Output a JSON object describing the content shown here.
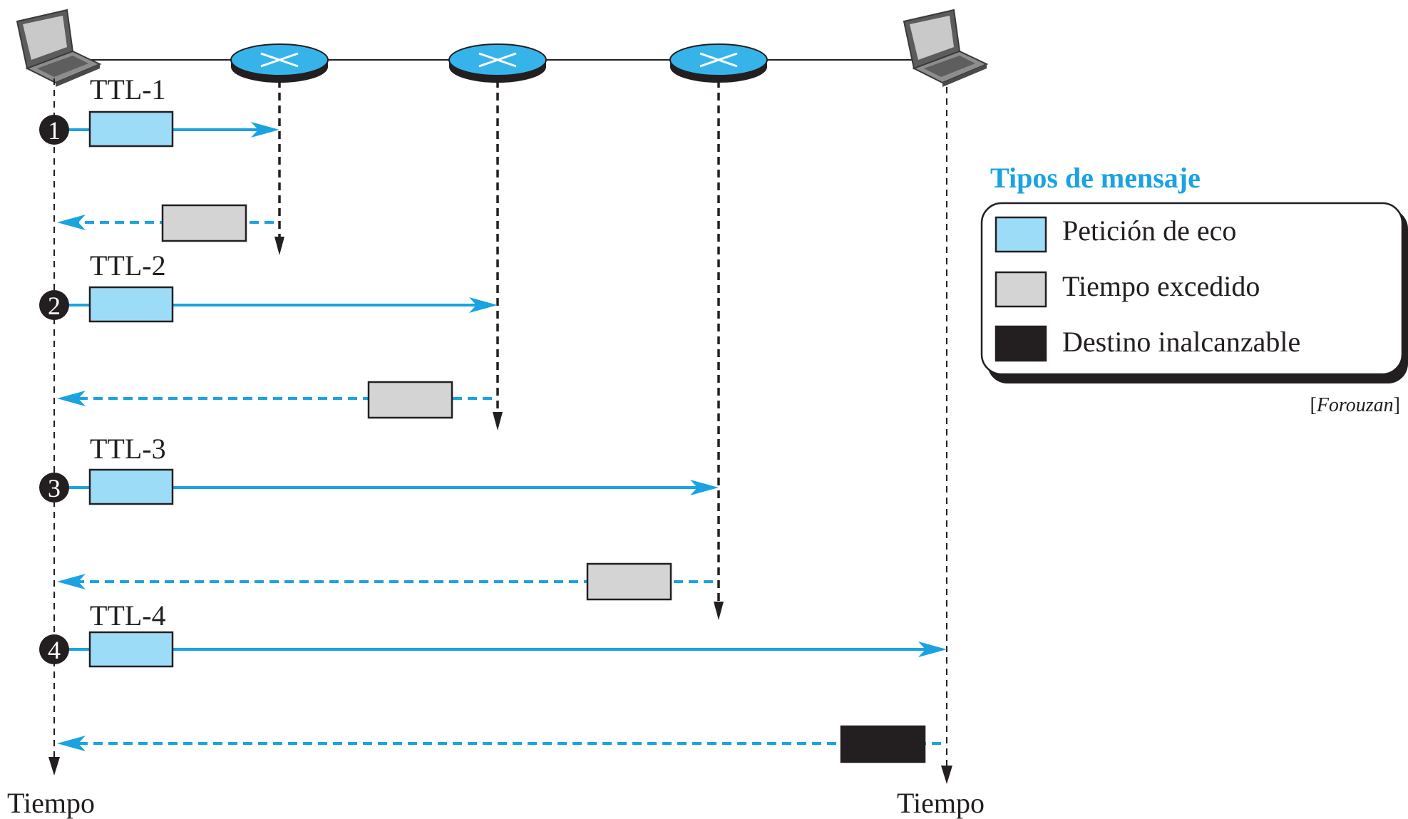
{
  "colors": {
    "accent_blue": "#1aa3e0",
    "echo_fill": "#9ddcf7",
    "exceeded_fill": "#d4d4d4",
    "unreachable_fill": "#231f20",
    "router_fill": "#36b4ea",
    "line": "#231f20"
  },
  "icons": {
    "source": "laptop-icon",
    "destination": "laptop-icon",
    "router": "router-icon",
    "step": "numbered-circle-icon"
  },
  "steps": [
    {
      "number": "1",
      "ttl_label": "TTL-1",
      "reply_type": "exceeded"
    },
    {
      "number": "2",
      "ttl_label": "TTL-2",
      "reply_type": "exceeded"
    },
    {
      "number": "3",
      "ttl_label": "TTL-3",
      "reply_type": "exceeded"
    },
    {
      "number": "4",
      "ttl_label": "TTL-4",
      "reply_type": "unreachable"
    }
  ],
  "timeline": {
    "left_label": "Tiempo",
    "right_label": "Tiempo"
  },
  "legend": {
    "title": "Tipos de mensaje",
    "items": [
      {
        "label": "Petición de eco",
        "type": "echo"
      },
      {
        "label": "Tiempo excedido",
        "type": "exceeded"
      },
      {
        "label": "Destino inalcanzable",
        "type": "unreachable"
      }
    ]
  },
  "source_credit": {
    "open": "[",
    "author": "Forouzan",
    "close": "]"
  }
}
